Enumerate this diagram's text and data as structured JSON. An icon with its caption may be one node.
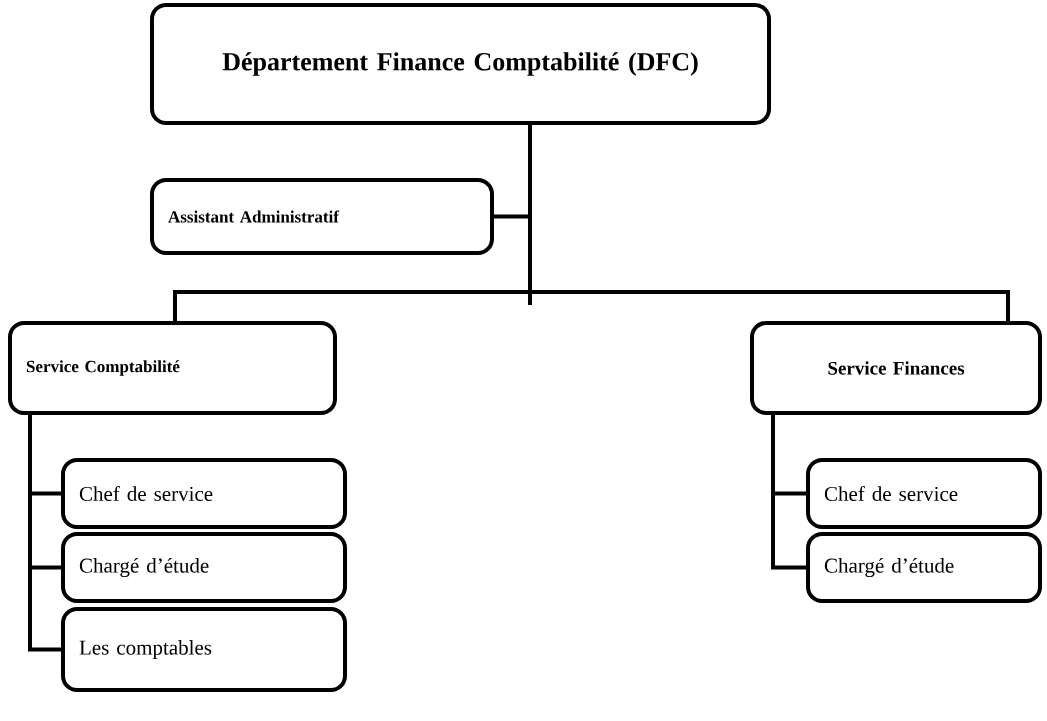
{
  "diagram": {
    "nodes": [
      {
        "text": [
          "Département Finance Comptabilité  (DFC)"
        ]
      },
      {
        "text": [
          "Assistant  Administratif"
        ]
      },
      {
        "text": [
          "Service  Comptabilité"
        ]
      },
      {
        "text": [
          "Service Finances"
        ]
      },
      {
        "text": [
          "Chef de service"
        ]
      },
      {
        "text": [
          "Chargé d’étude"
        ]
      },
      {
        "text": [
          "Les comptables"
        ]
      },
      {
        "text": [
          "Chef de service"
        ]
      },
      {
        "text": [
          "Chargé d’étude"
        ]
      }
    ],
    "edges": [
      {
        "from": 0,
        "to": 1,
        "arrow": "none"
      },
      {
        "from": 0,
        "to": 2,
        "arrow": "none"
      },
      {
        "from": 0,
        "to": 3,
        "arrow": "none"
      },
      {
        "from": 2,
        "to": 4,
        "arrow": "none"
      },
      {
        "from": 2,
        "to": 5,
        "arrow": "none"
      },
      {
        "from": 2,
        "to": 6,
        "arrow": "none"
      },
      {
        "from": 3,
        "to": 7,
        "arrow": "none"
      },
      {
        "from": 3,
        "to": 8,
        "arrow": "none"
      }
    ]
  }
}
